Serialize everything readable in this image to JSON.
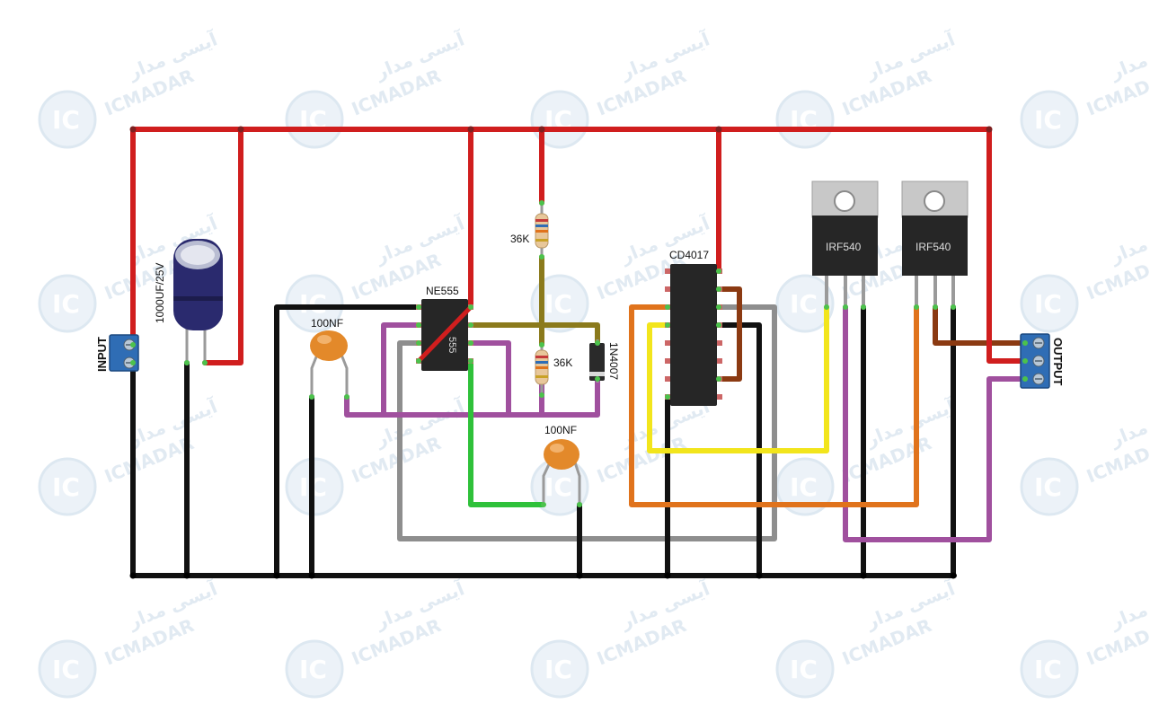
{
  "watermark": {
    "logo": "IC",
    "latin": "ICMADAR",
    "persian": "آیسی مدار"
  },
  "labels": {
    "input": "INPUT",
    "output": "OUTPUT",
    "cap_electrolytic": "1000UF/25V",
    "cap_ceramic_1": "100NF",
    "cap_ceramic_2": "100NF",
    "timer_ic": "NE555",
    "timer_ic_marking": "555",
    "counter_ic": "CD4017",
    "resistor_top": "36K",
    "resistor_bottom": "36K",
    "diode": "1N4007",
    "mosfet_1": "IRF540",
    "mosfet_2": "IRF540"
  },
  "colors": {
    "vcc_wire": "#d01e1e",
    "ground_wire": "#111111",
    "purple_wire": "#a0509e",
    "olive_wire": "#8b7a1c",
    "green_wire": "#2fc13a",
    "gray_wire": "#8e8e8e",
    "yellow_wire": "#f2e51c",
    "orange_wire": "#e0731c",
    "brown_wire": "#8b3a12",
    "terminal_block": "#2f6db5",
    "electrolytic_cap": "#2a2a6e",
    "ceramic_cap": "#e3892a",
    "ic_body": "#262626",
    "mosfet_tab": "#c8c8c8"
  }
}
